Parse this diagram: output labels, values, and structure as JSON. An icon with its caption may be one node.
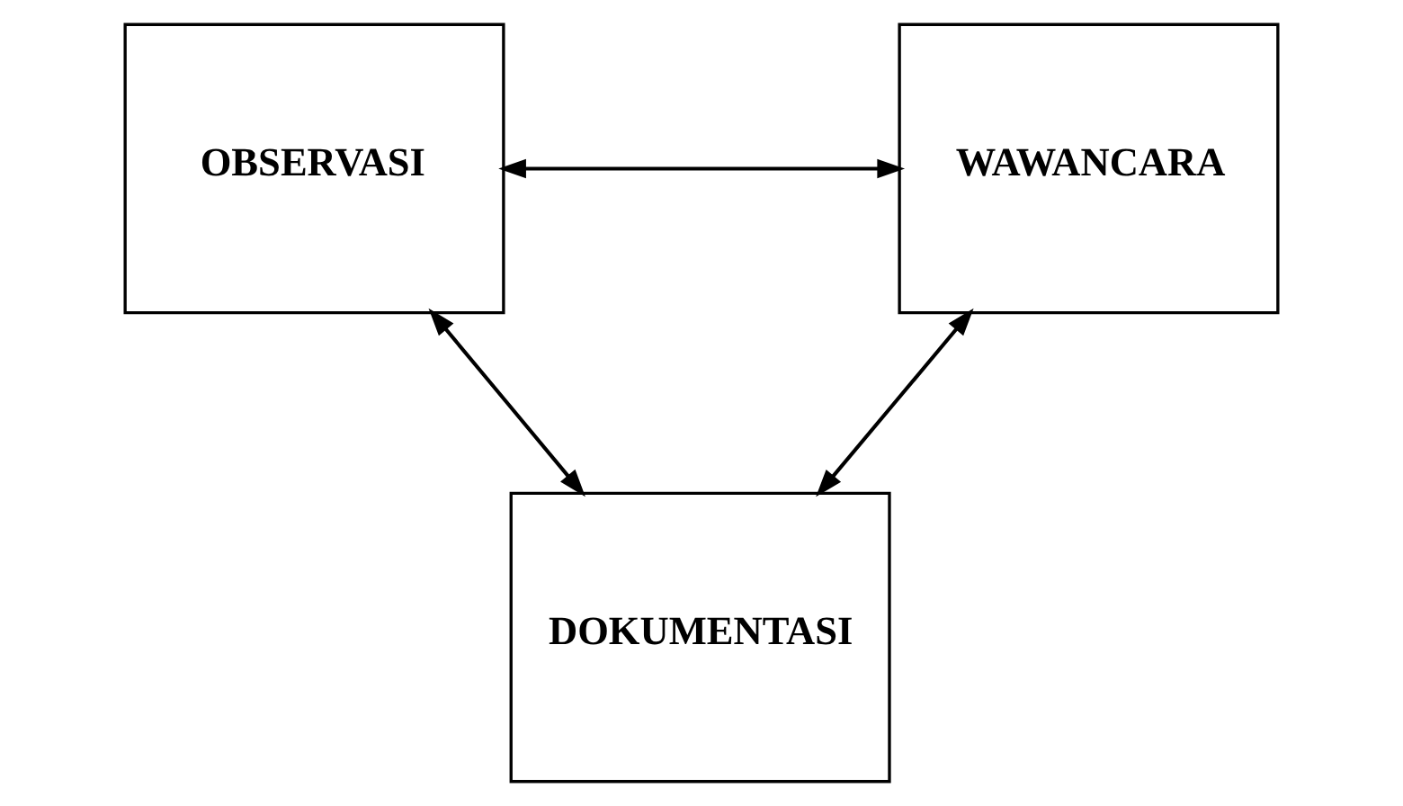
{
  "diagram": {
    "nodes": [
      {
        "text": [
          "OBSERVASI"
        ]
      },
      {
        "text": [
          "WAWANCARA"
        ]
      },
      {
        "text": [
          "DOKUMENTASI"
        ]
      }
    ],
    "edges": [
      {
        "from": 0,
        "to": 1,
        "arrow": "both"
      },
      {
        "from": 0,
        "to": 2,
        "arrow": "both"
      },
      {
        "from": 1,
        "to": 2,
        "arrow": "both"
      }
    ]
  }
}
